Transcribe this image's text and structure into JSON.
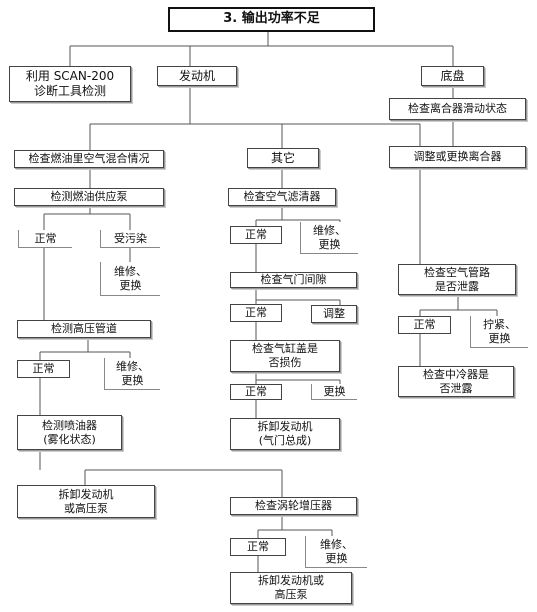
{
  "title": "3.  输出功率不足",
  "branches": {
    "scan_tool": "利用 SCAN-200\n诊断工具检测",
    "engine": "发动机",
    "chassis": "底盘"
  },
  "chassis": {
    "check_clutch": "检查离合器滑动状态",
    "adjust_clutch": "调整或更换离合器"
  },
  "fuel_path": {
    "check_mixture": "检查燃油里空气混合情况",
    "check_pump": "检测燃油供应泵",
    "normal_1": "正常",
    "contaminated": "受污染",
    "repair_1": "维修、\n更换",
    "check_hp_pipe": "检测高压管道",
    "normal_2": "正常",
    "repair_2": "维修、\n更换",
    "check_injector": "检测喷油器\n(雾化状态)",
    "disassemble_1": "拆卸发动机\n或高压泵"
  },
  "other_path": {
    "other": "其它",
    "check_air_filter": "检查空气滤清器",
    "normal_3": "正常",
    "repair_3": "维修、\n更换",
    "check_valve_gap": "检查气门间隙",
    "normal_4": "正常",
    "adjust": "调整",
    "check_gasket": "检查气缸盖是\n否损伤",
    "normal_5": "正常",
    "replace": "更换",
    "disassemble_2": "拆卸发动机\n(气门总成)",
    "check_turbo": "检查涡轮增压器",
    "normal_6": "正常",
    "repair_4": "维修、\n更换",
    "disassemble_3": "拆卸发动机或\n高压泵"
  },
  "air_path": {
    "check_air_pipe": "检查空气管路\n是否泄露",
    "normal_7": "正常",
    "tighten": "拧紧、\n更换",
    "check_intercooler": "检查中冷器是\n否泄露"
  }
}
